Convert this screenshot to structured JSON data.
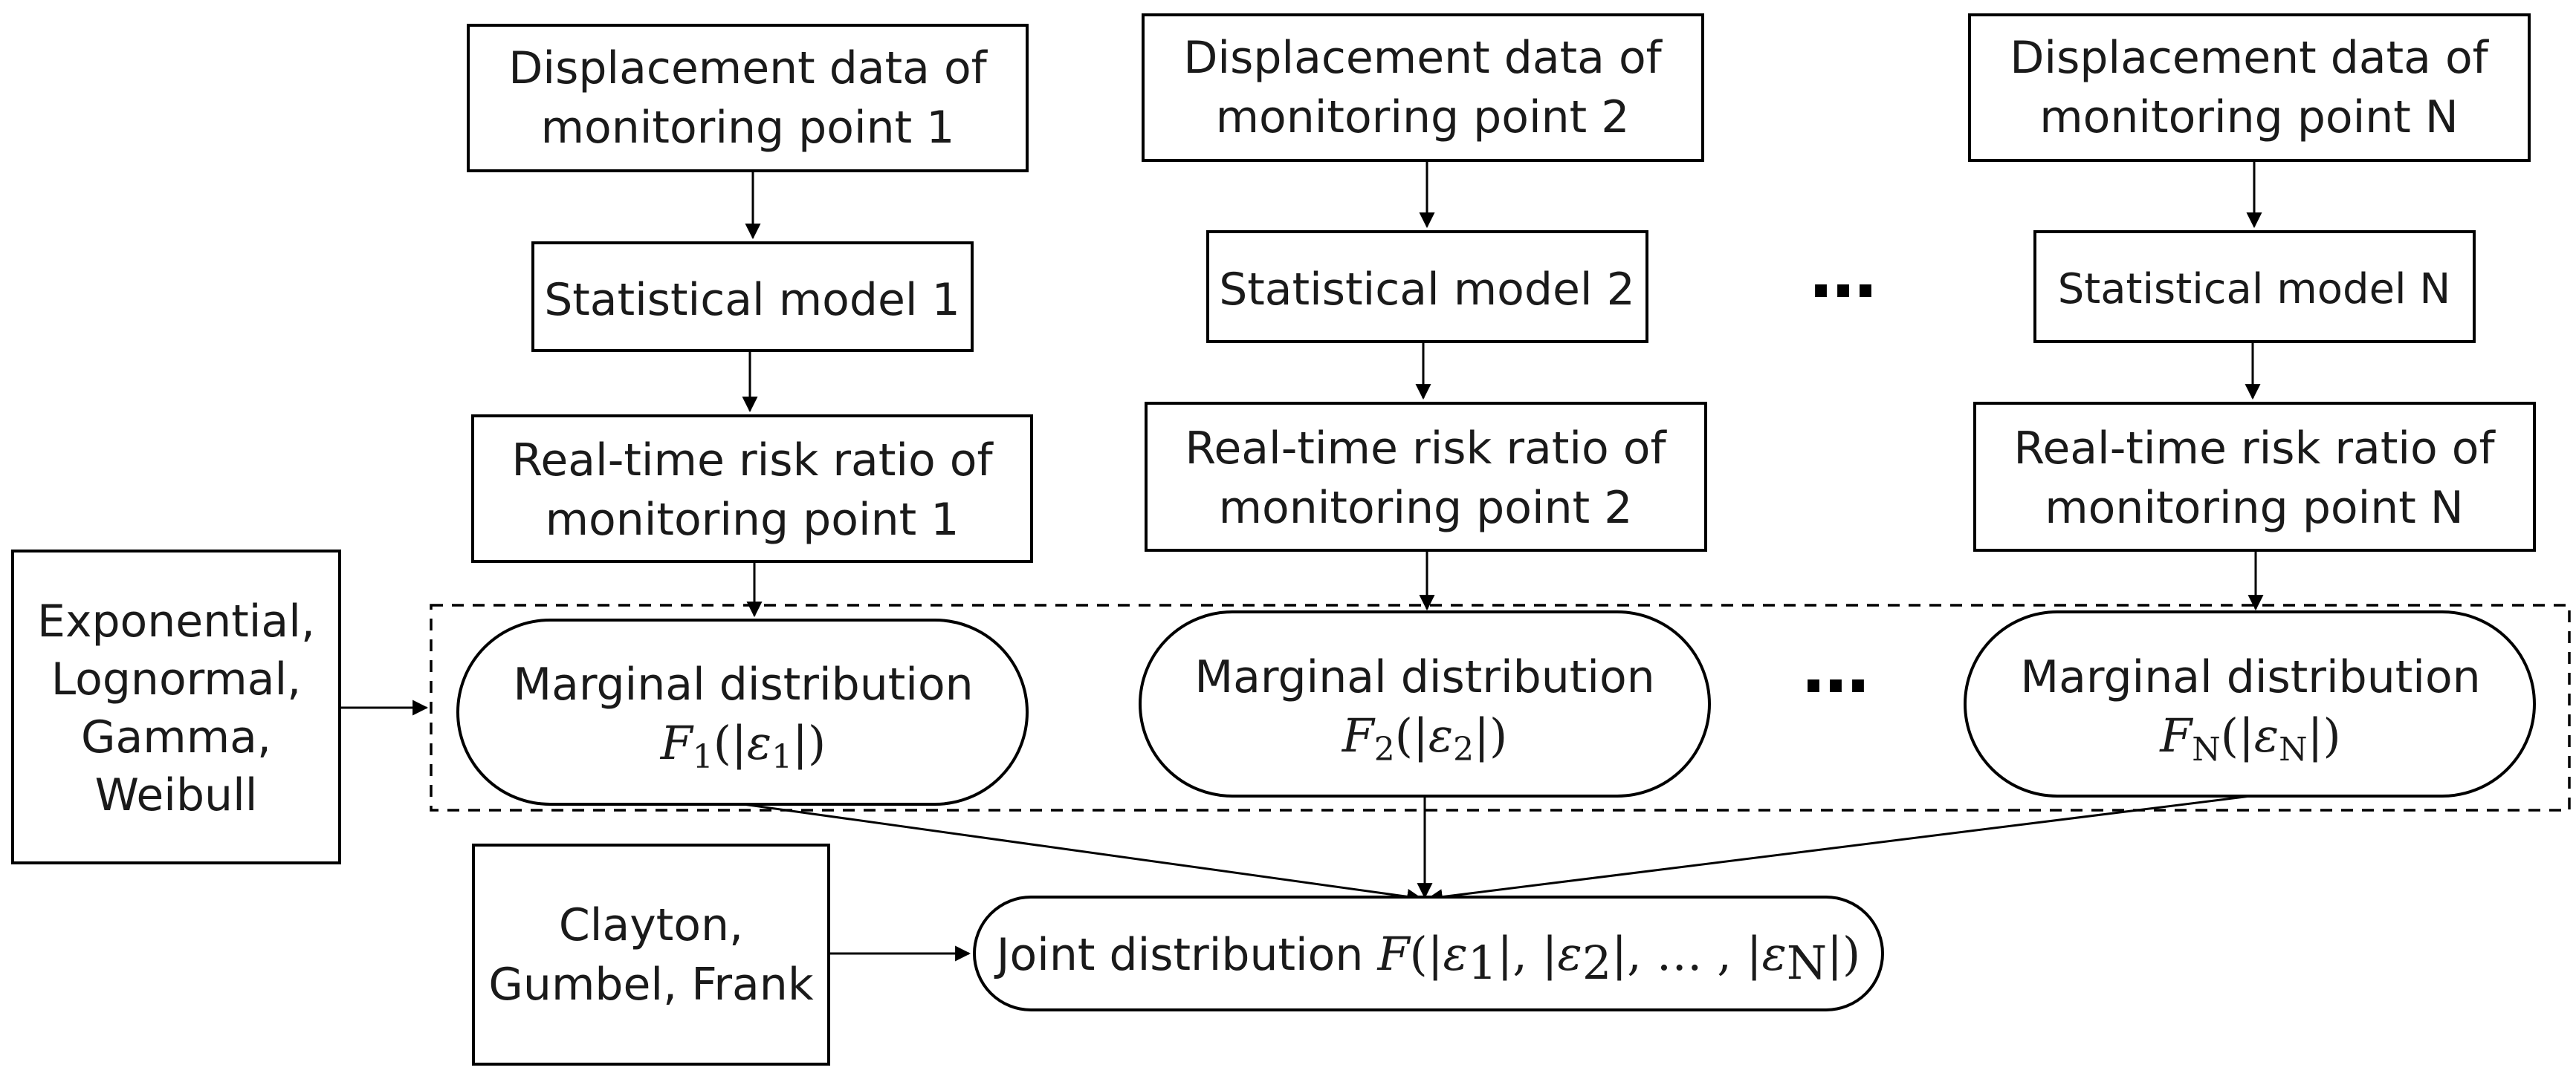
{
  "columns": [
    {
      "displacement": [
        "Displacement data of",
        "monitoring point 1"
      ],
      "model": "Statistical model 1",
      "risk": [
        "Real-time risk ratio of",
        "monitoring point 1"
      ],
      "marginal_label": "Marginal distribution",
      "marginal_fn": "F",
      "marginal_sub": "1",
      "marginal_arg_open": "(|",
      "marginal_eps": "ε",
      "marginal_eps_sub": "1",
      "marginal_arg_close": "|)"
    },
    {
      "displacement": [
        "Displacement data of",
        "monitoring point 2"
      ],
      "model": "Statistical model 2",
      "risk": [
        "Real-time risk ratio of",
        "monitoring point 2"
      ],
      "marginal_label": "Marginal distribution",
      "marginal_fn": "F",
      "marginal_sub": "2",
      "marginal_arg_open": "(|",
      "marginal_eps": "ε",
      "marginal_eps_sub": "2",
      "marginal_arg_close": "|)"
    },
    {
      "displacement": [
        "Displacement data of",
        "monitoring point N"
      ],
      "model": "Statistical model N",
      "risk": [
        "Real-time risk ratio of",
        "monitoring point N"
      ],
      "marginal_label": "Marginal distribution",
      "marginal_fn": "F",
      "marginal_sub": "N",
      "marginal_arg_open": "(|",
      "marginal_eps": "ε",
      "marginal_eps_sub": "N",
      "marginal_arg_close": "|)"
    }
  ],
  "ellipsis": "…",
  "marginal_families": [
    "Exponential,",
    "Lognormal,",
    "Gamma,",
    "Weibull"
  ],
  "copula_families": [
    "Clayton,",
    "Gumbel, Frank"
  ],
  "joint": {
    "label": "Joint distribution ",
    "fn": "F",
    "p1": "(|",
    "e": "ε",
    "s1": "1",
    "sep1": "|, |",
    "s2": "2",
    "sep2": "|, … , |",
    "sN": "N",
    "close": "|)"
  }
}
